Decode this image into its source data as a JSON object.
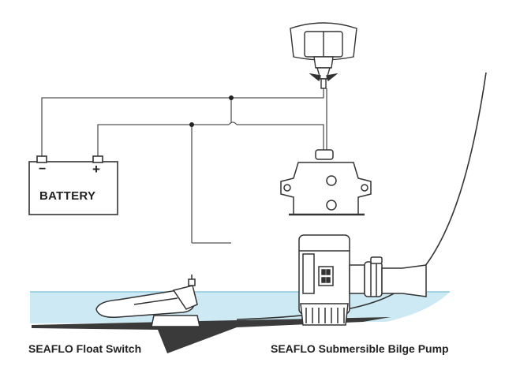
{
  "battery": {
    "label": "BATTERY",
    "negative": "−",
    "positive": "+"
  },
  "captions": {
    "float_switch": "SEAFLO Float Switch",
    "bilge_pump": "SEAFLO Submersible Bilge Pump"
  },
  "colors": {
    "water": "#cde9f3",
    "water_surface": "#8cc7dc",
    "line": "#333333",
    "hull_bottom": "#3a3a3a",
    "wire": "#555555"
  }
}
